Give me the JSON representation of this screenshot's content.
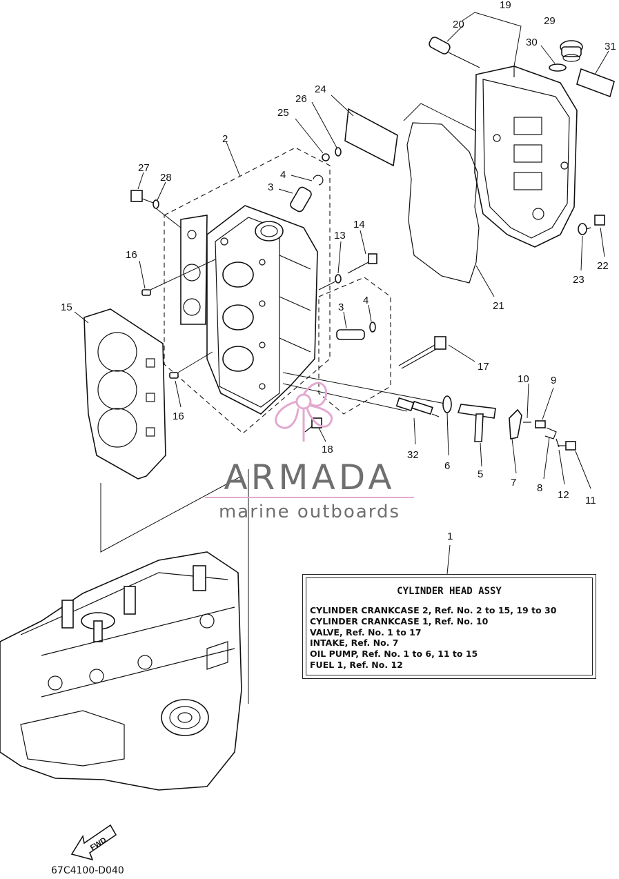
{
  "diagram": {
    "code": "67C4100-D040",
    "fwd_label": "FWD",
    "ref_labels": {
      "r1": "1",
      "r2": "2",
      "r3a": "3",
      "r3b": "3",
      "r4a": "4",
      "r4b": "4",
      "r5": "5",
      "r6": "6",
      "r7": "7",
      "r8": "8",
      "r9": "9",
      "r10": "10",
      "r11": "11",
      "r12": "12",
      "r13": "13",
      "r14": "14",
      "r15": "15",
      "r16a": "16",
      "r16b": "16",
      "r17": "17",
      "r18": "18",
      "r19": "19",
      "r20": "20",
      "r21": "21",
      "r22": "22",
      "r23": "23",
      "r24": "24",
      "r25": "25",
      "r26": "26",
      "r27": "27",
      "r28": "28",
      "r29": "29",
      "r30": "30",
      "r31": "31",
      "r32": "32"
    }
  },
  "watermark": {
    "title": "ARMADA",
    "subtitle": "marine outboards",
    "color": "#e3a9d0"
  },
  "info_box": {
    "title": "CYLINDER HEAD ASSY",
    "lines": [
      "CYLINDER CRANKCASE 2,  Ref. No. 2 to 15, 19 to 30",
      "CYLINDER CRANKCASE 1,  Ref. No. 10",
      "VALVE,  Ref. No. 1 to 17",
      "INTAKE,  Ref. No. 7",
      "OIL PUMP,   Ref. No. 1 to 6, 11 to 15",
      "FUEL 1,  Ref. No. 12"
    ]
  }
}
